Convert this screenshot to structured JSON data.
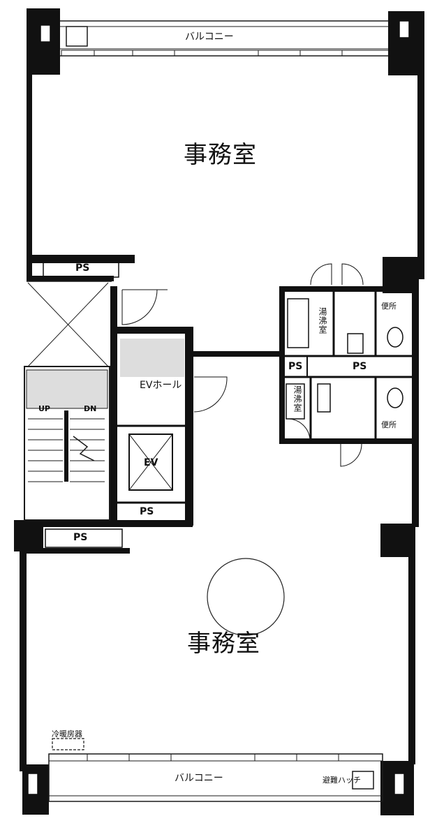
{
  "rooms": {
    "office_top": "事務室",
    "office_bottom": "事務室",
    "balcony_top": "バルコニー",
    "balcony_bottom": "バルコニー",
    "ev_hall": "EVホール",
    "ev": "EV",
    "kitchen_top": "湯沸室",
    "kitchen_bottom": "湯沸室",
    "toilet_top": "便所",
    "toilet_bottom": "便所"
  },
  "labels": {
    "ps_left_top": "PS",
    "ps_left_bottom": "PS",
    "ps_core": "PS",
    "ps_right_a": "PS",
    "ps_right_b": "PS",
    "stair_up": "UP",
    "stair_dn": "DN",
    "ac_unit": "冷暖房器",
    "hatch": "避難ハッチ"
  },
  "colors": {
    "wall": "#111111",
    "line": "#1a1a1a",
    "background": "#ffffff"
  }
}
